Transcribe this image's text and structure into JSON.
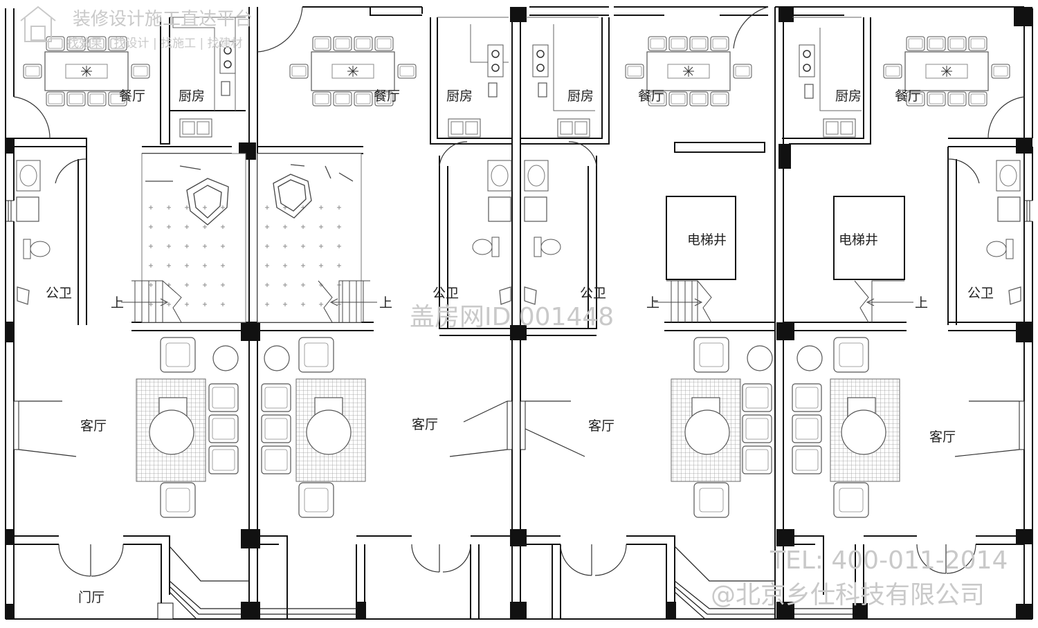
{
  "watermark": {
    "top_title": "装修设计施工直达平台",
    "top_sub": "找效果 | 找设计 | 找施工 | 找建材",
    "center_id": "盖房网ID 001448",
    "tel": "TEL: 400-011-2014",
    "company": "@北京乡仕科技有限公司"
  },
  "rooms": {
    "dining_1": "餐厅",
    "kitchen_1": "厨房",
    "dining_2": "餐厅",
    "kitchen_2": "厨房",
    "kitchen_3": "厨房",
    "dining_3": "餐厅",
    "kitchen_4": "厨房",
    "dining_4": "餐厅",
    "toilet_1": "公卫",
    "toilet_2": "公卫",
    "toilet_3": "公卫",
    "toilet_4": "公卫",
    "elevator_1": "电梯井",
    "elevator_2": "电梯井",
    "living_1": "客厅",
    "living_2": "客厅",
    "living_3": "客厅",
    "living_4": "客厅",
    "foyer": "门厅"
  },
  "stairs": {
    "up_1": "上",
    "up_2": "上",
    "up_3": "上",
    "up_4": "上"
  },
  "colors": {
    "wall": "#111111",
    "furniture": "#555555",
    "watermark": "#c9c9c9",
    "background": "#ffffff"
  }
}
